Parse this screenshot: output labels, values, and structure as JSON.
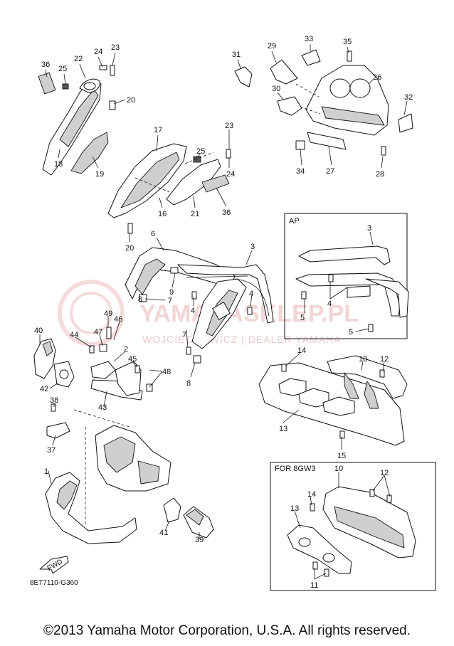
{
  "diagram": {
    "drawing_code": "8ET7110-G360",
    "fwd_label": "FWD",
    "inset_ap_label": "AP",
    "inset_8gw3_label": "FOR 8GW3",
    "watermark_main": "YAMAHASKLEP.PL",
    "watermark_sub": "WOJCIECHOWICZ | DEALER YAMAHA",
    "copyright": "©2013 Yamaha Motor Corporation, U.S.A. All rights reserved.",
    "part_numbers": [
      "1",
      "2",
      "3",
      "4",
      "5",
      "6",
      "7",
      "8",
      "9",
      "10",
      "11",
      "12",
      "13",
      "14",
      "15",
      "16",
      "17",
      "18",
      "19",
      "20",
      "21",
      "22",
      "23",
      "24",
      "25",
      "26",
      "27",
      "28",
      "29",
      "30",
      "31",
      "32",
      "33",
      "34",
      "35",
      "36",
      "37",
      "38",
      "39",
      "40",
      "41",
      "42",
      "43",
      "44",
      "45",
      "46",
      "47",
      "48",
      "49"
    ]
  }
}
